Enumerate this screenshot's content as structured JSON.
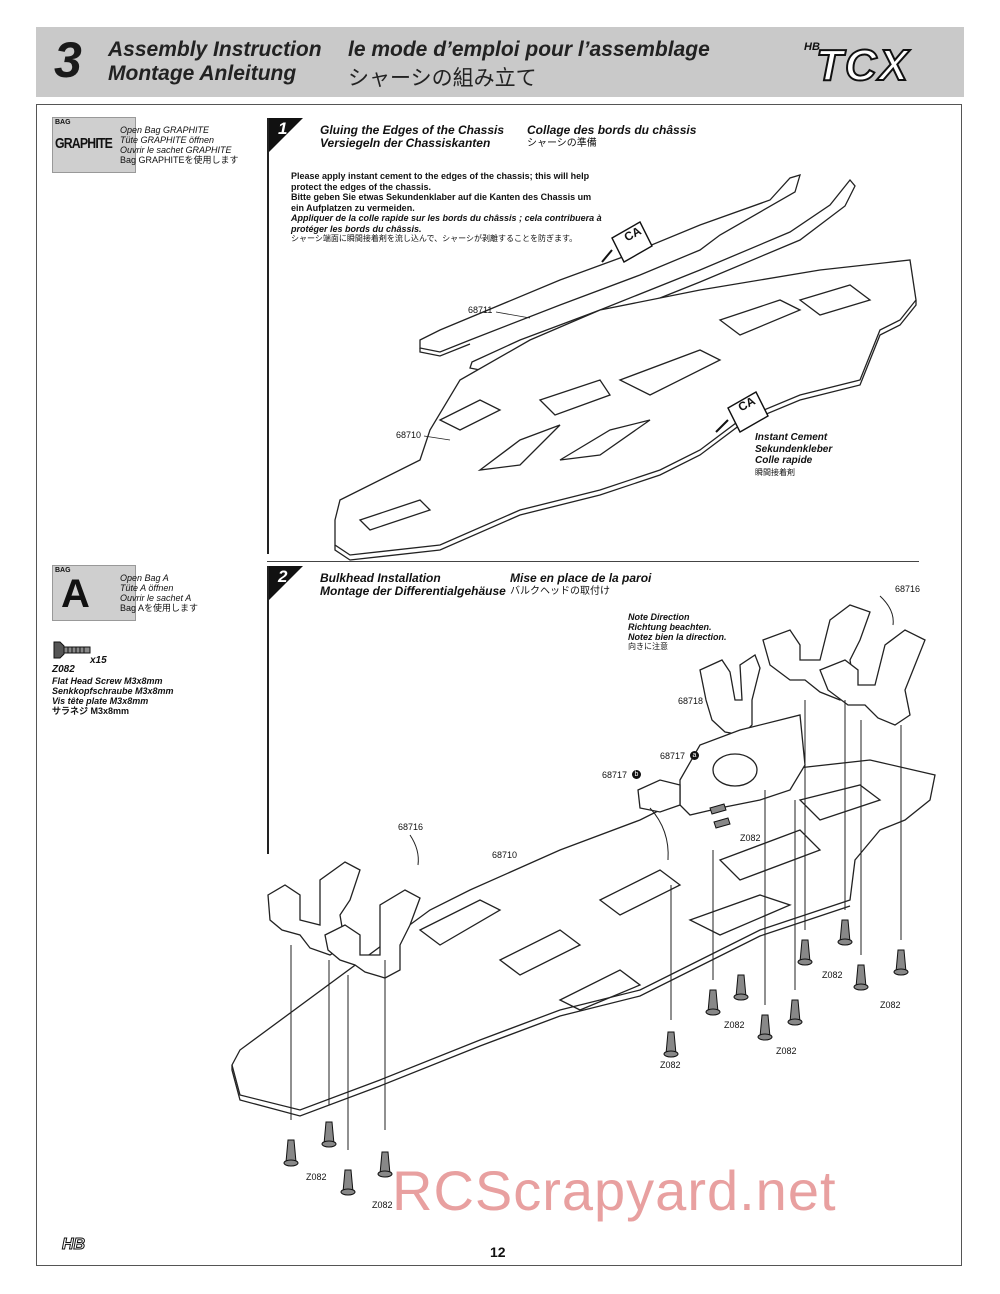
{
  "header": {
    "step_number": "3",
    "title_en": "Assembly Instruction",
    "title_de": "Montage Anleitung",
    "title_fr": "le mode d’emploi pour l’assemblage",
    "title_jp": "シャーシの組み立て",
    "logo_brand": "HB",
    "logo_model": "TCX"
  },
  "bags": [
    {
      "tag": "BAG",
      "name": "GRAPHITE",
      "lines": [
        "Open Bag GRAPHITE",
        "Tüte GRAPHITE öffnen",
        "Ouvrir le sachet GRAPHITE",
        "Bag GRAPHITEを使用します"
      ]
    },
    {
      "tag": "BAG",
      "name": "A",
      "lines": [
        "Open Bag A",
        "Tüte A öffnen",
        "Ouvrir le sachet A",
        "Bag Aを使用します"
      ]
    }
  ],
  "screw": {
    "quantity": "x15",
    "code": "Z082",
    "lines": [
      "Flat Head Screw M3x8mm",
      "Senkkopfschraube M3x8mm",
      "Vis tête plate M3x8mm",
      "サラネジ M3x8mm"
    ]
  },
  "step1": {
    "number": "1",
    "title_en": "Gluing the Edges of the Chassis",
    "title_de": "Versiegeln der Chassiskanten",
    "title_fr": "Collage des bords du châssis",
    "title_jp": "シャーシの準備",
    "instructions": [
      "Please apply instant cement to the edges of the chassis; this will help",
      "protect the edges of the chassis.",
      "Bitte geben Sie etwas Sekundenklaber auf die Kanten des Chassis um",
      "ein Aufplatzen zu vermeiden.",
      "Appliquer de la colle rapide sur les bords du châssis ; cela contribuera à",
      "protéger les bords du châssis.",
      "シャーシ端面に瞬間接着剤を流し込んで、シャーシが剥離することを防ぎます。"
    ],
    "part_top": "68711",
    "part_bottom": "68710",
    "ca_label": "CA",
    "cement_lines": [
      "Instant Cement",
      "Sekundenkleber",
      "Colle rapide",
      "瞬間接着剤"
    ]
  },
  "step2": {
    "number": "2",
    "title_en": "Bulkhead Installation",
    "title_de": "Montage der Differentialgehäuse",
    "title_fr": "Mise en place de la paroi",
    "title_jp": "バルクヘッドの取付け",
    "note_lines": [
      "Note Direction",
      "Richtung beachten.",
      "Notez bien la direction.",
      "向きに注意"
    ],
    "part_bulkhead": "68716",
    "part_bulkhead_front": "68716",
    "part_center": "68718",
    "part_mount_a": "68717",
    "part_mount_b": "68717",
    "part_chassis": "68710",
    "mount_a_badge": "a",
    "mount_b_badge": "b",
    "screw_code": "Z082"
  },
  "watermark": "RCScrapyard.net",
  "footer": {
    "page_number": "12",
    "logo": "HB"
  }
}
